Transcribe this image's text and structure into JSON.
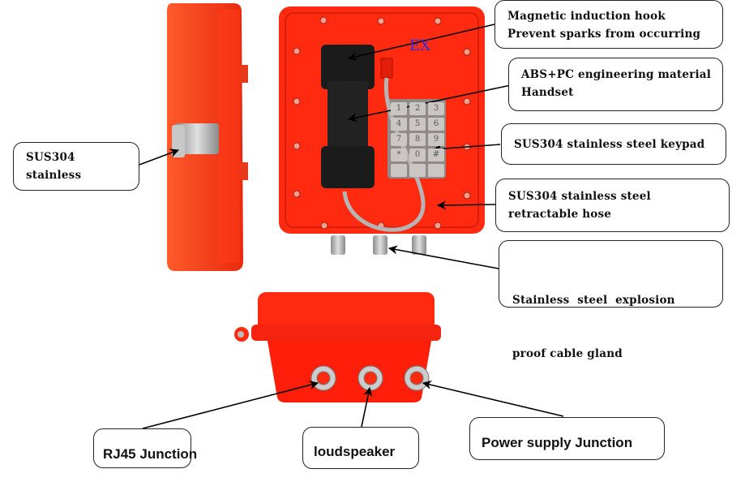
{
  "diagram": {
    "title": "Explosion-proof telephone component annotations",
    "accent_color": "#ff2a10",
    "ex_mark": "EX",
    "keypad_keys": [
      "1",
      "2",
      "3",
      "4",
      "5",
      "6",
      "7",
      "8",
      "9",
      "*",
      "0",
      "#",
      "",
      "",
      ""
    ],
    "callouts": [
      {
        "id": "magnetic-hook",
        "lines": [
          "Magnetic induction hook",
          "Prevent sparks from occurring"
        ]
      },
      {
        "id": "handset",
        "lines": [
          "ABS+PC engineering material",
          "Handset"
        ]
      },
      {
        "id": "keypad",
        "lines": [
          "SUS304 stainless steel keypad"
        ]
      },
      {
        "id": "hose",
        "lines": [
          "SUS304 stainless steel",
          "retractable hose"
        ]
      },
      {
        "id": "cable-gland",
        "lines": [
          "Stainless  steel  explosion",
          "proof cable gland"
        ]
      },
      {
        "id": "latch",
        "lines": [
          "SUS304",
          "stainless"
        ]
      },
      {
        "id": "rj45",
        "lines": [
          "RJ45 Junction"
        ]
      },
      {
        "id": "loudspeaker",
        "lines": [
          "loudspeaker"
        ]
      },
      {
        "id": "power",
        "lines": [
          "Power supply Junction"
        ]
      }
    ]
  }
}
